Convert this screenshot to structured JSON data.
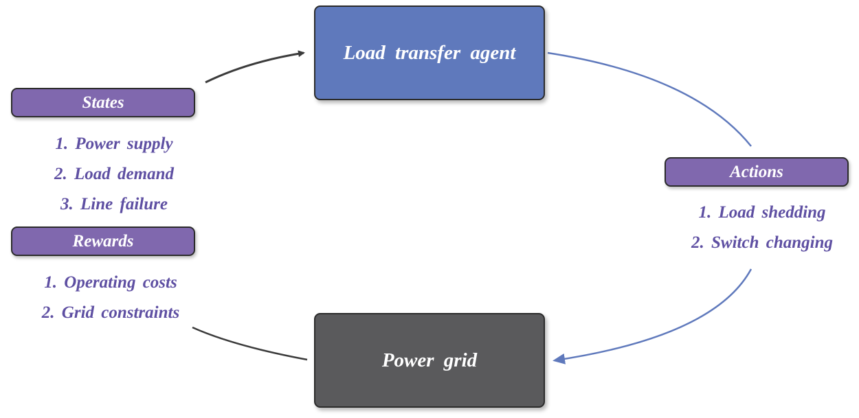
{
  "agent": {
    "label": "Load  transfer  agent"
  },
  "grid": {
    "label": "Power  grid"
  },
  "states": {
    "title": "States",
    "items": [
      "1. Power supply",
      "2. Load  demand",
      "3. Line  failure"
    ]
  },
  "rewards": {
    "title": "Rewards",
    "items": [
      "1. Operating  costs",
      "2. Grid  constraints"
    ]
  },
  "actions": {
    "title": "Actions",
    "items": [
      "1. Load  shedding",
      "2. Switch  changing"
    ]
  },
  "colors": {
    "agent_fill": "#5f79bc",
    "grid_fill": "#5a5a5c",
    "pill_fill": "#8068ae",
    "list_text": "#5e4fa2",
    "arrow_blue": "#5f79bc",
    "arrow_dark": "#3b3b3b"
  }
}
